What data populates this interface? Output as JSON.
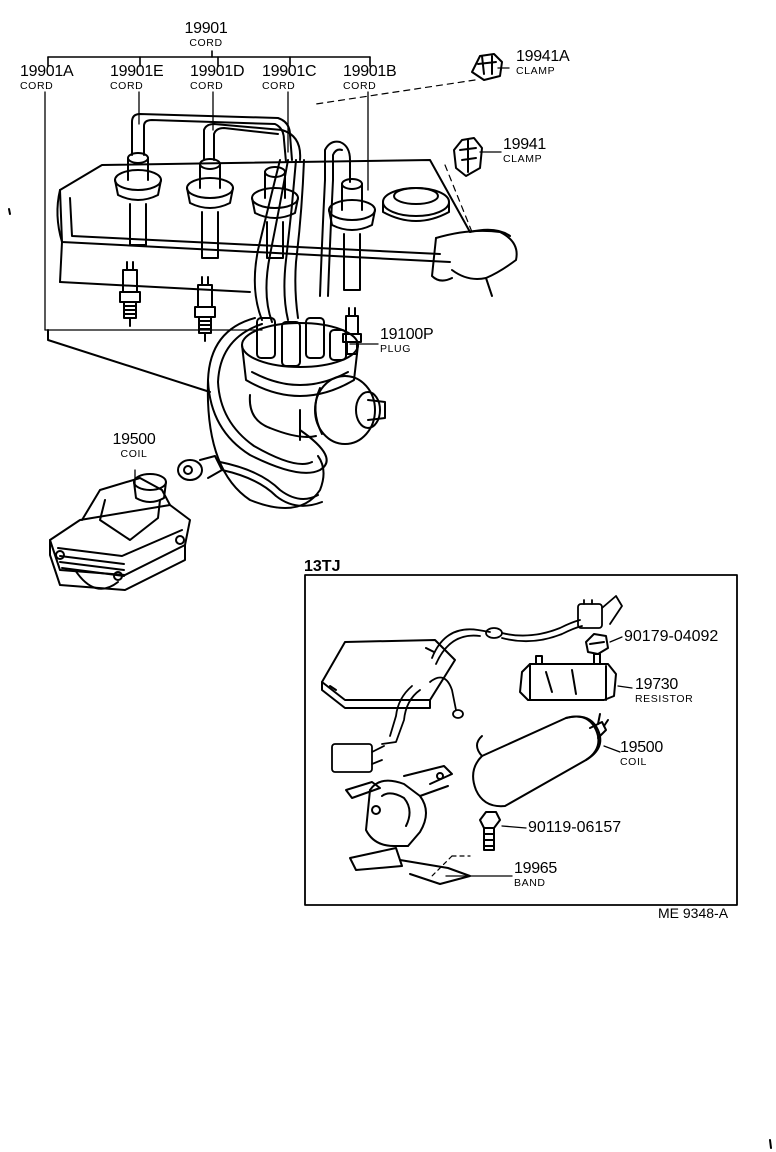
{
  "cords": {
    "main": {
      "number": "19901",
      "name": "CORD"
    },
    "a": {
      "number": "19901A",
      "name": "CORD"
    },
    "e": {
      "number": "19901E",
      "name": "CORD"
    },
    "d": {
      "number": "19901D",
      "name": "CORD"
    },
    "c": {
      "number": "19901C",
      "name": "CORD"
    },
    "b": {
      "number": "19901B",
      "name": "CORD"
    }
  },
  "clamps": {
    "a": {
      "number": "19941A",
      "name": "CLAMP"
    },
    "main": {
      "number": "19941",
      "name": "CLAMP"
    }
  },
  "plug": {
    "number": "19100P",
    "name": "PLUG"
  },
  "coil_main": {
    "number": "19500",
    "name": "COIL"
  },
  "inset": {
    "label": "13TJ",
    "nut": {
      "number": "90179-04092"
    },
    "resistor": {
      "number": "19730",
      "name": "RESISTOR"
    },
    "coil": {
      "number": "19500",
      "name": "COIL"
    },
    "bolt": {
      "number": "90119-06157"
    },
    "band": {
      "number": "19965",
      "name": "BAND"
    }
  },
  "figure_code": "ME 9348-A",
  "colors": {
    "ink": "#000000",
    "paper": "#ffffff"
  }
}
